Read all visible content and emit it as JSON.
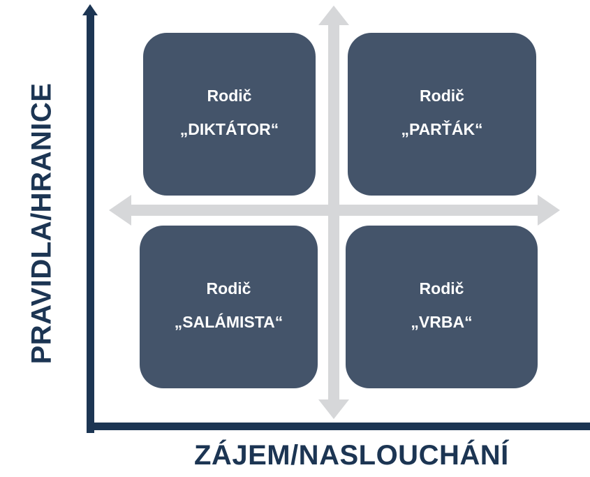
{
  "axes": {
    "y_label": "PRAVIDLA/HRANICE",
    "x_label": "ZÁJEM/NASLOUCHÁNÍ"
  },
  "quadrants": {
    "top_left": {
      "line1": "Rodič",
      "line2": "„DIKTÁTOR“"
    },
    "top_right": {
      "line1": "Rodič",
      "line2": "„PARŤÁK“"
    },
    "bottom_left": {
      "line1": "Rodič",
      "line2": "„SALÁMISTA“"
    },
    "bottom_right": {
      "line1": "Rodič",
      "line2": "„VRBA“"
    }
  },
  "colors": {
    "axis": "#1c3553",
    "box": "#44546a",
    "box_text": "#ffffff",
    "guide_arrows": "#d6d7d9"
  }
}
